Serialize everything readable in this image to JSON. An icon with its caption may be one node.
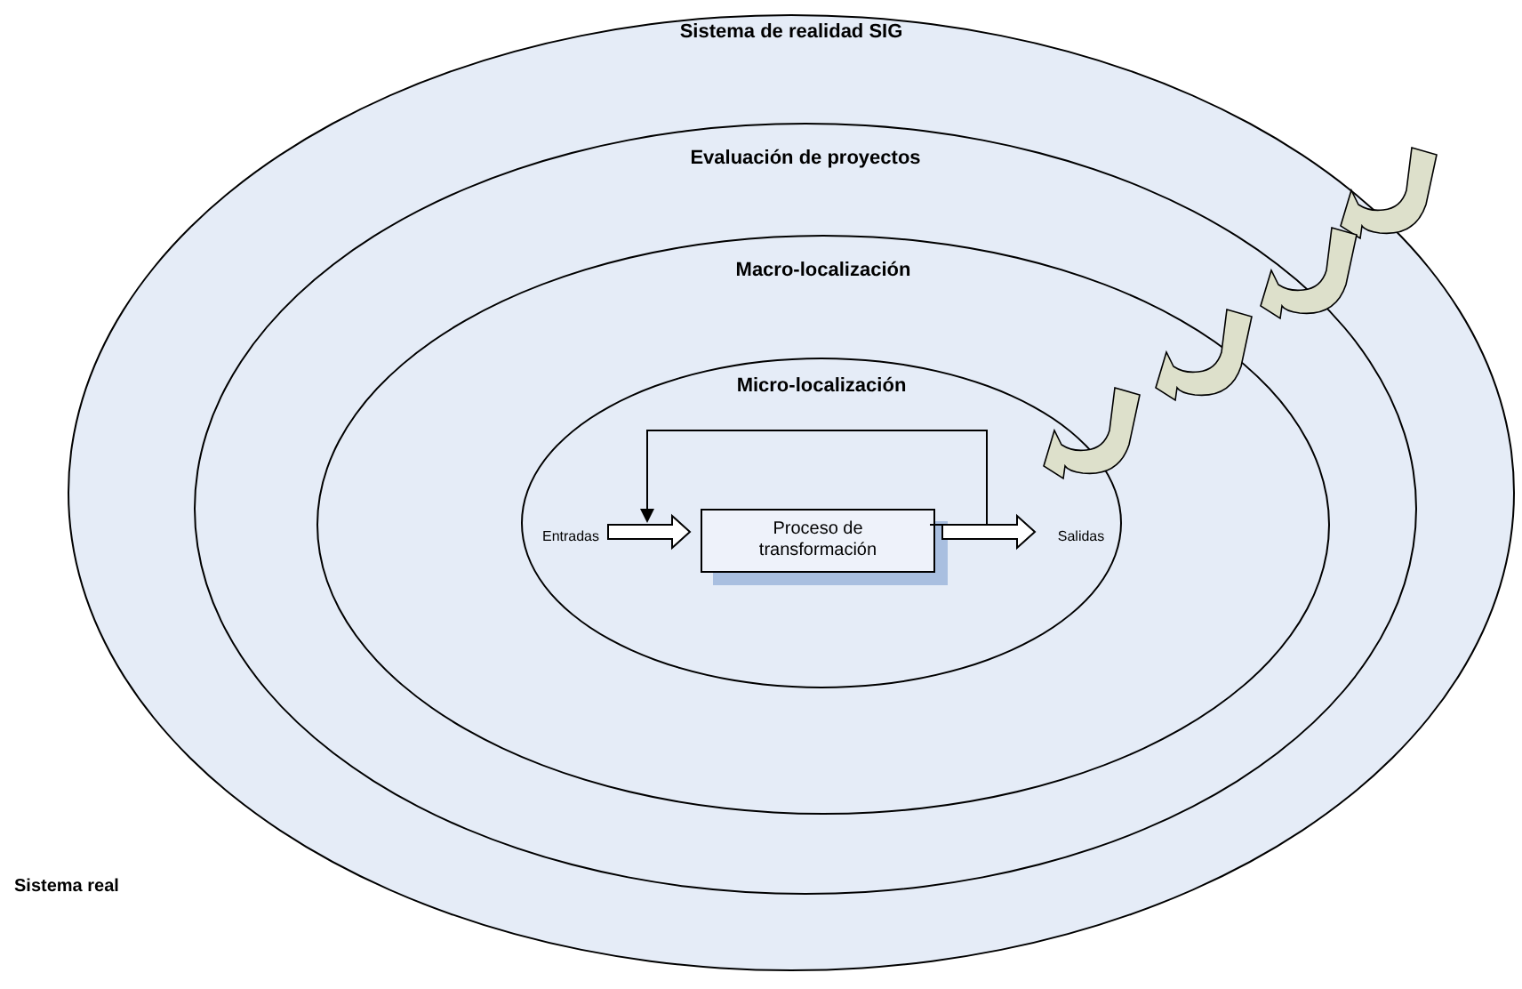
{
  "diagram": {
    "nodes": [
      {
        "text": [
          "Sistema de realidad SIG"
        ]
      },
      {
        "text": [
          "Evaluación de proyectos"
        ],
        "in": 0
      },
      {
        "text": [
          "Macro-localización"
        ],
        "in": 1
      },
      {
        "text": [
          "Micro-localización"
        ],
        "in": 2
      },
      {
        "text": [
          "Proceso de transformación"
        ],
        "in": 3
      },
      {
        "text": [
          "Entradas"
        ],
        "in": 3
      },
      {
        "text": [
          "Salidas"
        ],
        "in": 3
      }
    ],
    "edges": [
      {
        "from": 5,
        "to": 4,
        "arrow": "to"
      },
      {
        "from": 4,
        "to": 6,
        "arrow": "to"
      },
      {
        "from": 4,
        "to": 5,
        "arrow": "to"
      }
    ],
    "labels": [
      "Sistema real"
    ]
  }
}
